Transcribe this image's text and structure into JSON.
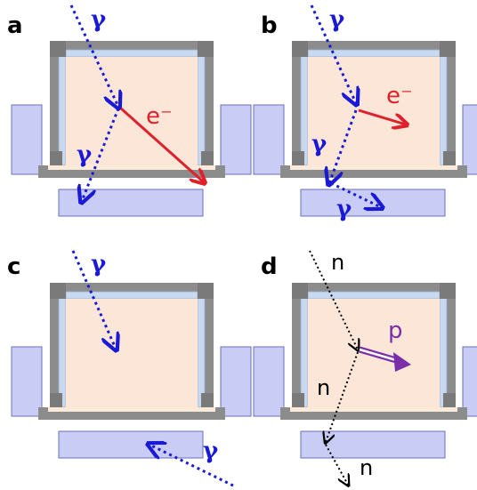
{
  "panels": [
    {
      "id": "a",
      "label": "a",
      "particles": [
        "γ",
        "γ",
        "e⁻"
      ]
    },
    {
      "id": "b",
      "label": "b",
      "particles": [
        "γ",
        "e⁻",
        "γ",
        "γ"
      ]
    },
    {
      "id": "c",
      "label": "c",
      "particles": [
        "γ",
        "γ"
      ]
    },
    {
      "id": "d",
      "label": "d",
      "particles": [
        "n",
        "p",
        "n",
        "n"
      ]
    }
  ],
  "colors": {
    "detector_fill": "#fce6d8",
    "detector_frame": "#8c8c8c",
    "window": "#c8d8ee",
    "scintillator": "#c9cdf5",
    "gamma": "#1a1ad6",
    "electron": "#e0202a",
    "neutron": "#000000",
    "proton": "#7a2fa8"
  }
}
